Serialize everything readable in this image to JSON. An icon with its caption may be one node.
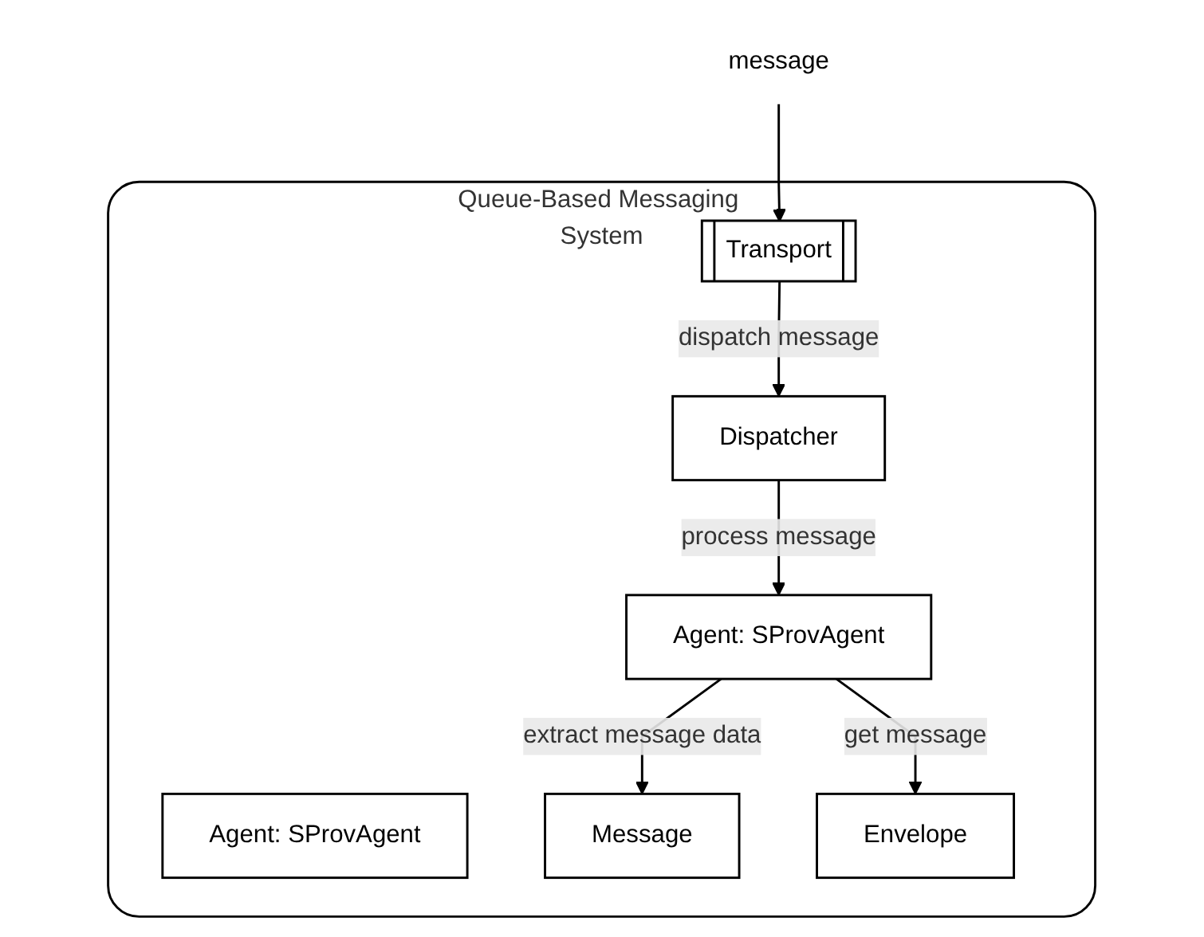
{
  "diagram": {
    "nodes": [
      {
        "text": [
          "Queue-Based Messaging System"
        ]
      },
      {
        "text": [
          "message"
        ]
      },
      {
        "text": [
          "Transport"
        ],
        "in": 0
      },
      {
        "text": [
          "Dispatcher"
        ],
        "in": 0
      },
      {
        "text": [
          "Agent: SProvAgent"
        ],
        "in": 0
      },
      {
        "text": [
          "Agent: SProvAgent"
        ],
        "in": 0
      },
      {
        "text": [
          "Message"
        ],
        "in": 0
      },
      {
        "text": [
          "Envelope"
        ],
        "in": 0
      }
    ],
    "edges": [
      {
        "from": 1,
        "to": 2,
        "arrow": "to"
      },
      {
        "from": 2,
        "to": 3,
        "arrow": "to",
        "label": "dispatch message"
      },
      {
        "from": 3,
        "to": 5,
        "arrow": "to",
        "label": "process message"
      },
      {
        "from": 5,
        "to": 6,
        "arrow": "to",
        "label": "extract message data"
      },
      {
        "from": 5,
        "to": 7,
        "arrow": "to",
        "label": "get message"
      }
    ]
  }
}
